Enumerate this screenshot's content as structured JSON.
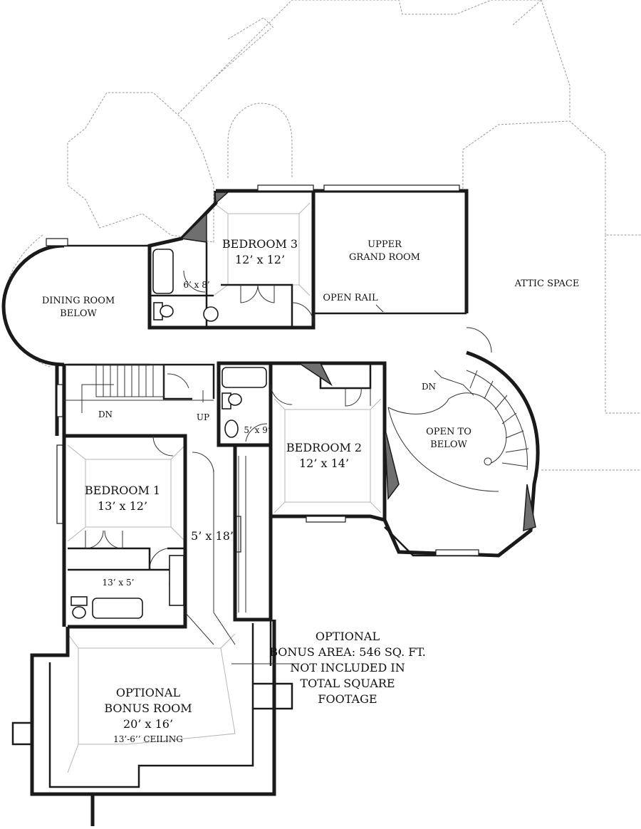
{
  "rooms": {
    "dining": {
      "line1": "DINING ROOM",
      "line2": "BELOW"
    },
    "bedroom3": {
      "name": "BEDROOM 3",
      "size": "12’ x 12’"
    },
    "upper_grand": {
      "line1": "UPPER",
      "line2": "GRAND ROOM"
    },
    "attic": {
      "name": "ATTIC SPACE"
    },
    "bath_upper": {
      "size": "6’ x 8’"
    },
    "open_rail": {
      "label": "OPEN RAIL"
    },
    "stair_dn_left": {
      "label": "DN"
    },
    "stair_up": {
      "label": "UP"
    },
    "stair_dn_right": {
      "label": "DN"
    },
    "bath_middle": {
      "size": "5’ x 9’"
    },
    "bedroom2": {
      "name": "BEDROOM 2",
      "size": "12’ x 14’"
    },
    "open_below": {
      "line1": "OPEN TO",
      "line2": "BELOW"
    },
    "bedroom1": {
      "name": "BEDROOM 1",
      "size": "13’ x 12’"
    },
    "hall": {
      "size": "5’ x 18’"
    },
    "bath_lower": {
      "size": "13’ x 5’"
    },
    "bonus_room": {
      "line1": "OPTIONAL",
      "line2": "BONUS ROOM",
      "size": "20’ x 16’",
      "ceiling": "13’-6’’ CEILING"
    }
  },
  "bonus_note": {
    "line1": "OPTIONAL",
    "line2": "BONUS AREA: 546 SQ. FT.",
    "line3": "NOT INCLUDED IN",
    "line4": "TOTAL SQUARE",
    "line5": "FOOTAGE"
  }
}
